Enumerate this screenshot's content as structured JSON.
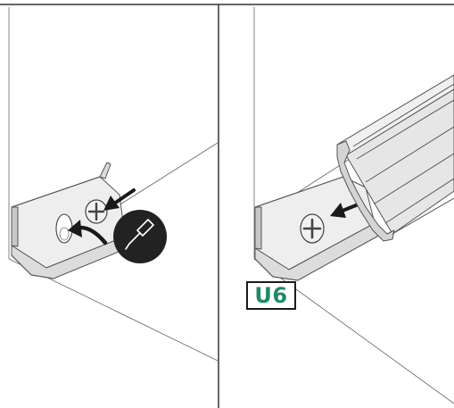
{
  "diagram": {
    "panels": [
      {
        "id": "left",
        "content": "screw-tightening-step"
      },
      {
        "id": "right",
        "content": "cover-profile-attach-step"
      }
    ],
    "step_label": {
      "text": "U6",
      "color": "#1f8a64"
    },
    "icons": [
      "screwdriver-icon",
      "rotate-arrow-icon",
      "push-arrow-icon",
      "screw-icon"
    ],
    "colors": {
      "line": "#555555",
      "frame": "#333333",
      "metal_light": "#eeeeee",
      "metal_mid": "#dcdcdc",
      "metal_dark": "#c8c8c8",
      "arrow": "#1a1a1a",
      "badge_circle": "#222222"
    }
  }
}
